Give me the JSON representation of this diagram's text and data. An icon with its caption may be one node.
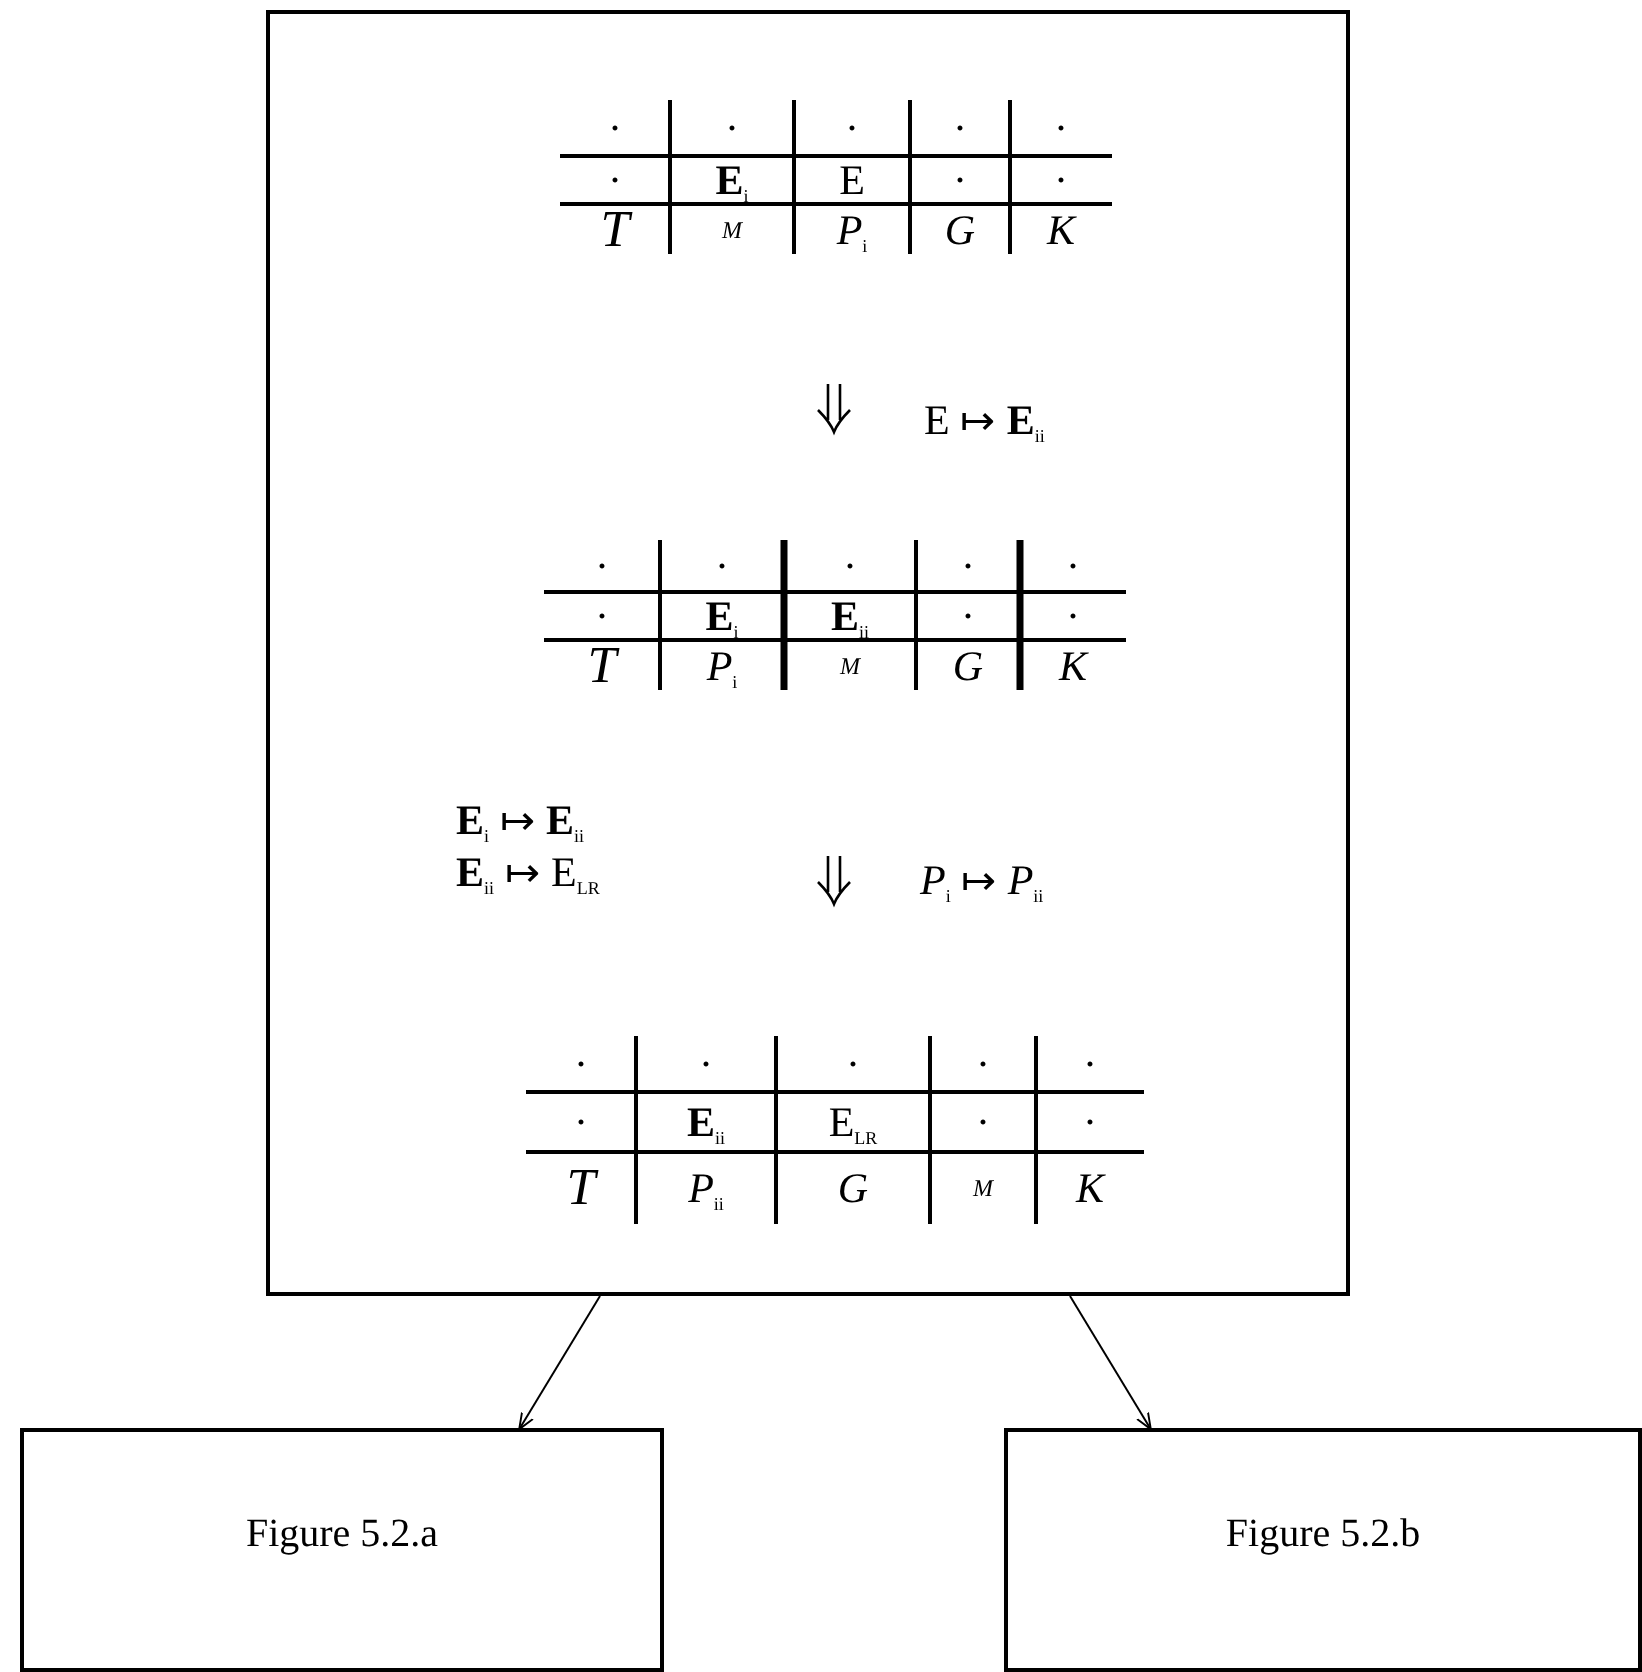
{
  "diagram": {
    "nodes": [
      {
        "text": [],
        "shape": "box"
      },
      {
        "text": [
          "Figure 5.2.a"
        ]
      },
      {
        "text": [
          "Figure 5.2.b"
        ]
      }
    ],
    "edges": [
      {
        "from": 0,
        "to": 1,
        "arrow": "to"
      },
      {
        "from": 0,
        "to": 2,
        "arrow": "to"
      }
    ],
    "labels": [
      "·",
      "·",
      "·",
      "·",
      "·",
      "·",
      "**E**$_{i}$",
      "E",
      "·",
      "·",
      "T",
      "M",
      "*P*$_{i}$",
      "G",
      "K",
      "E ↦ **E**$_{ii}$",
      "·",
      "·",
      "·",
      "·",
      "·",
      "·",
      "**E**$_{i}$",
      "**E**$_{ii}$",
      "·",
      "·",
      "T",
      "*P*$_{i}$",
      "M",
      "G",
      "K",
      "**E**$_{i}$ ↦ **E**$_{ii}$",
      "**E**$_{ii}$ ↦ E$_{LR}$",
      "*P*$_{i}$ ↦ *P*$_{ii}$",
      "·",
      "·",
      "·",
      "·",
      "·",
      "·",
      "**E**$_{ii}$",
      "E$_{LR}$",
      "·",
      "·",
      "T",
      "*P*$_{ii}$",
      "G",
      "M",
      "K"
    ]
  }
}
